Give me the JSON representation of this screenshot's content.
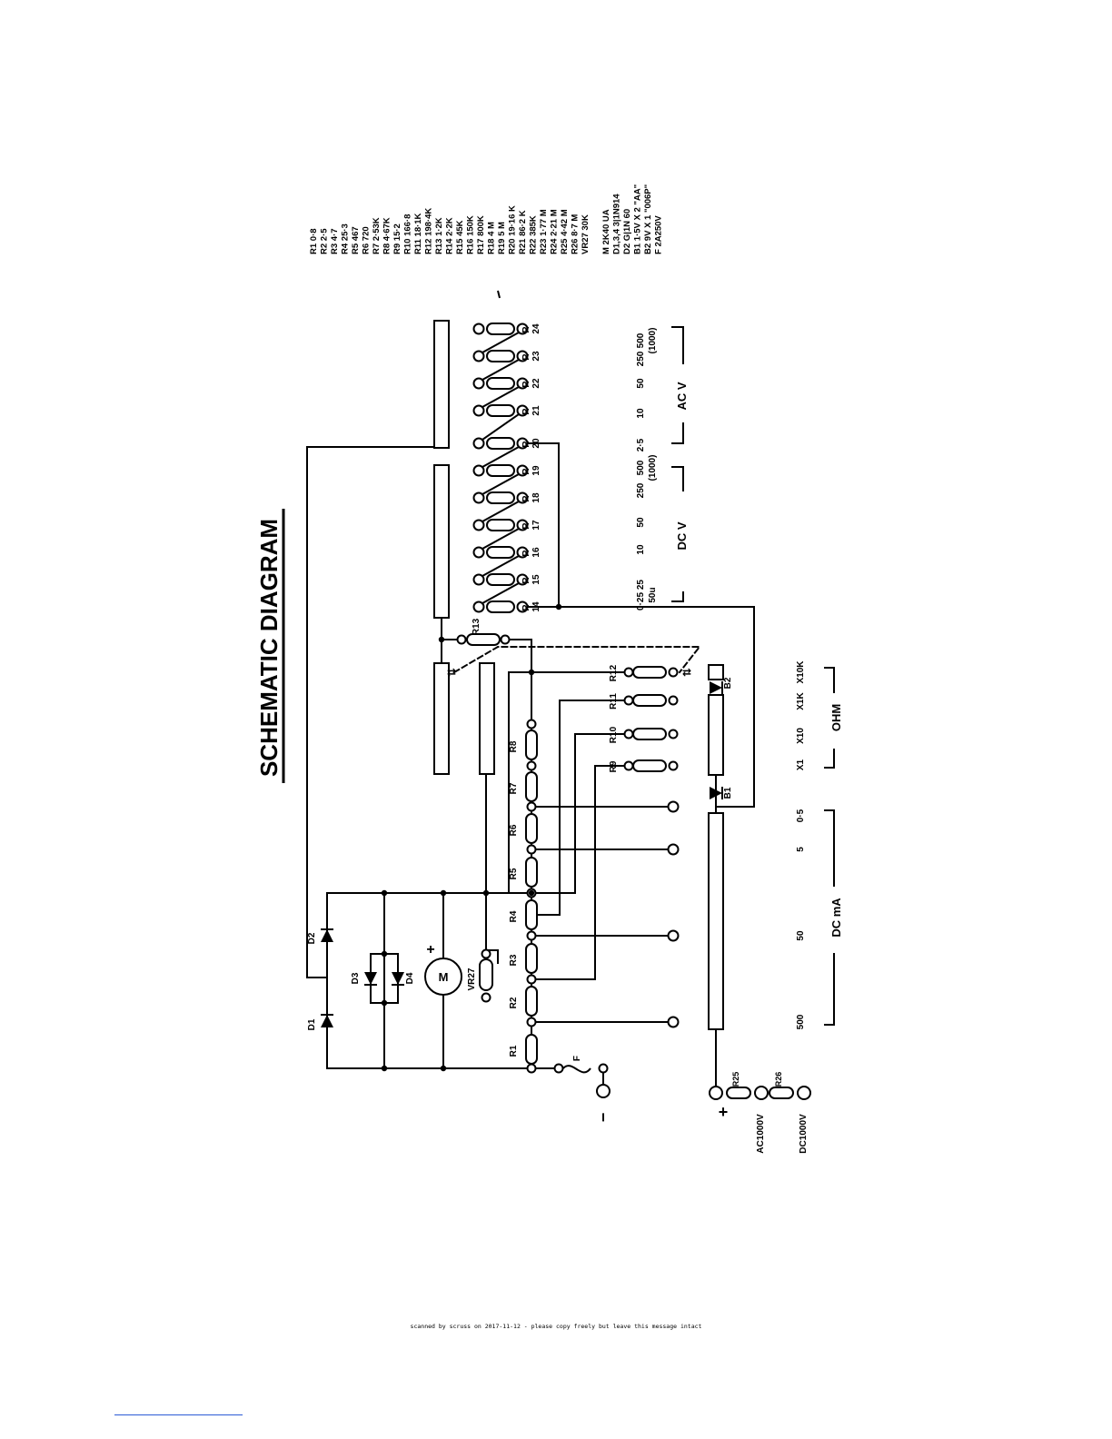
{
  "title": "SCHEMATIC DIAGRAM",
  "parts_list": [
    "R1   0·8",
    "R2   2·5",
    "R3   4·7",
    "R4   25·3",
    "R5   467",
    "R6   720",
    "R7   2·53K",
    "R8   4·67K",
    "R9   15·2",
    "R10  166·8",
    "R11  18·1K",
    "R12  198·4K",
    "R13  1·2K",
    "R14  2·2K",
    "R15  45K",
    "R16  150K",
    "R17  800K",
    "R18  4 M",
    "R19  5 M",
    "R20  19·16 K",
    "R21  86·2 K",
    "R22  385K",
    "R23  1·77 M",
    "R24  2·21 M",
    "R25  4·42 M",
    "R26  8·7 M",
    "VR27  30K",
    "",
    "M   2K40 UA",
    "D1,3,4  3|1N914",
    "D2     G|1N 60",
    "B1     1·5V X 2 \"AA\"",
    "B2     9V X 1 \"006P\"",
    "F      2A250V"
  ],
  "components": {
    "diodes": [
      "D1",
      "D2",
      "D3",
      "D4"
    ],
    "meter": "M",
    "meter_polarity": "+",
    "pot": "VR27",
    "batteries": [
      "B1",
      "B2"
    ],
    "fuse": "F",
    "shunt_resistors": [
      "R1",
      "R2",
      "R3",
      "R4",
      "R5",
      "R6",
      "R7",
      "R8"
    ],
    "ohm_resistors": [
      "R9",
      "R10",
      "R11",
      "R12"
    ],
    "r13": "R13",
    "multiplier_resistors": [
      "14",
      "15",
      "16",
      "17",
      "18",
      "19",
      "20",
      "21",
      "22",
      "23",
      "24"
    ],
    "r_prefix": "R",
    "hv_resistors": [
      "R25",
      "R26"
    ]
  },
  "terminals": {
    "minus": "−",
    "plus": "+",
    "ac1000": "AC1000V",
    "dc1000": "DC1000V"
  },
  "ranges": {
    "dcv_values": [
      {
        "main": "0·25 25",
        "sub": "50u"
      },
      {
        "main": "10",
        "sub": ""
      },
      {
        "main": "50",
        "sub": ""
      },
      {
        "main": "250",
        "sub": ""
      },
      {
        "main": "500",
        "sub": "(1000)"
      }
    ],
    "dcv_label": "DC V",
    "acv_values": [
      {
        "main": "2·5",
        "sub": ""
      },
      {
        "main": "10",
        "sub": ""
      },
      {
        "main": "50",
        "sub": ""
      },
      {
        "main": "250",
        "sub": ""
      },
      {
        "main": "500",
        "sub": "(1000)"
      }
    ],
    "acv_label": "AC V",
    "ohm_values": [
      "X1",
      "X10",
      "X1K",
      "X10K"
    ],
    "ohm_label": "OHM",
    "dcma_values": [
      "0·5",
      "5",
      "50",
      "500"
    ],
    "dcma_label": "DC mA"
  },
  "footer": "scanned by scruss on 2017-11-12 - please copy freely but leave this message intact"
}
